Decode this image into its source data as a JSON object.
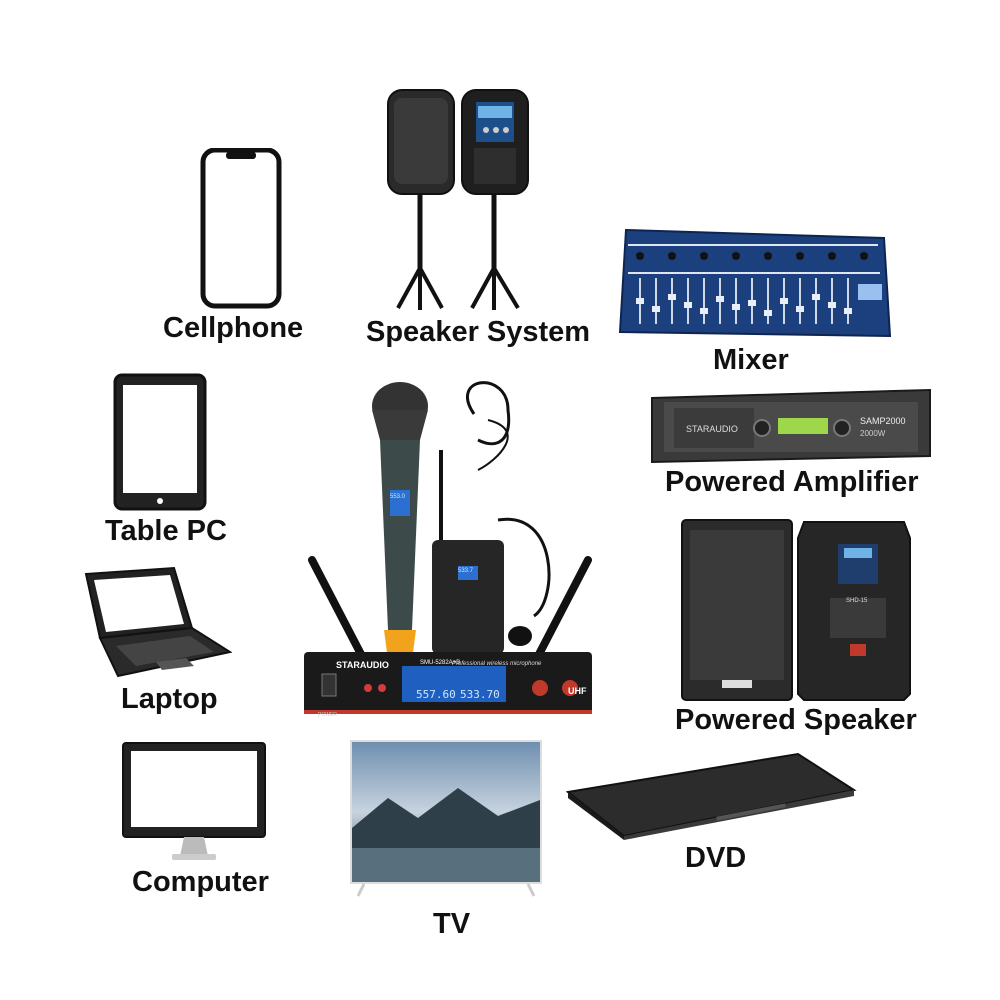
{
  "labels": {
    "cellphone": "Cellphone",
    "speaker_system": "Speaker System",
    "mixer": "Mixer",
    "tablet": "Table PC",
    "amplifier": "Powered Amplifier",
    "laptop": "Laptop",
    "powered_speaker": "Powered Speaker",
    "computer": "Computer",
    "tv": "TV",
    "dvd": "DVD"
  },
  "receiver": {
    "brand": "STARAUDIO",
    "model": "SMU-5282A+B",
    "tagline": "Professional wireless microphone",
    "freq_a": "557.60",
    "freq_b": "533.70",
    "band": "UHF",
    "power": "POWER"
  },
  "mic_display": "553.0",
  "bodypack_display": "533.7",
  "amplifier_badge": "SAMP2000",
  "amplifier_sub": "2000W",
  "amplifier_brand": "STARAUDIO",
  "speaker_back_model": "SHD-15",
  "icons": {
    "cellphone": "cellphone-icon",
    "tablet": "tablet-icon",
    "laptop": "laptop-icon",
    "computer": "monitor-icon"
  }
}
